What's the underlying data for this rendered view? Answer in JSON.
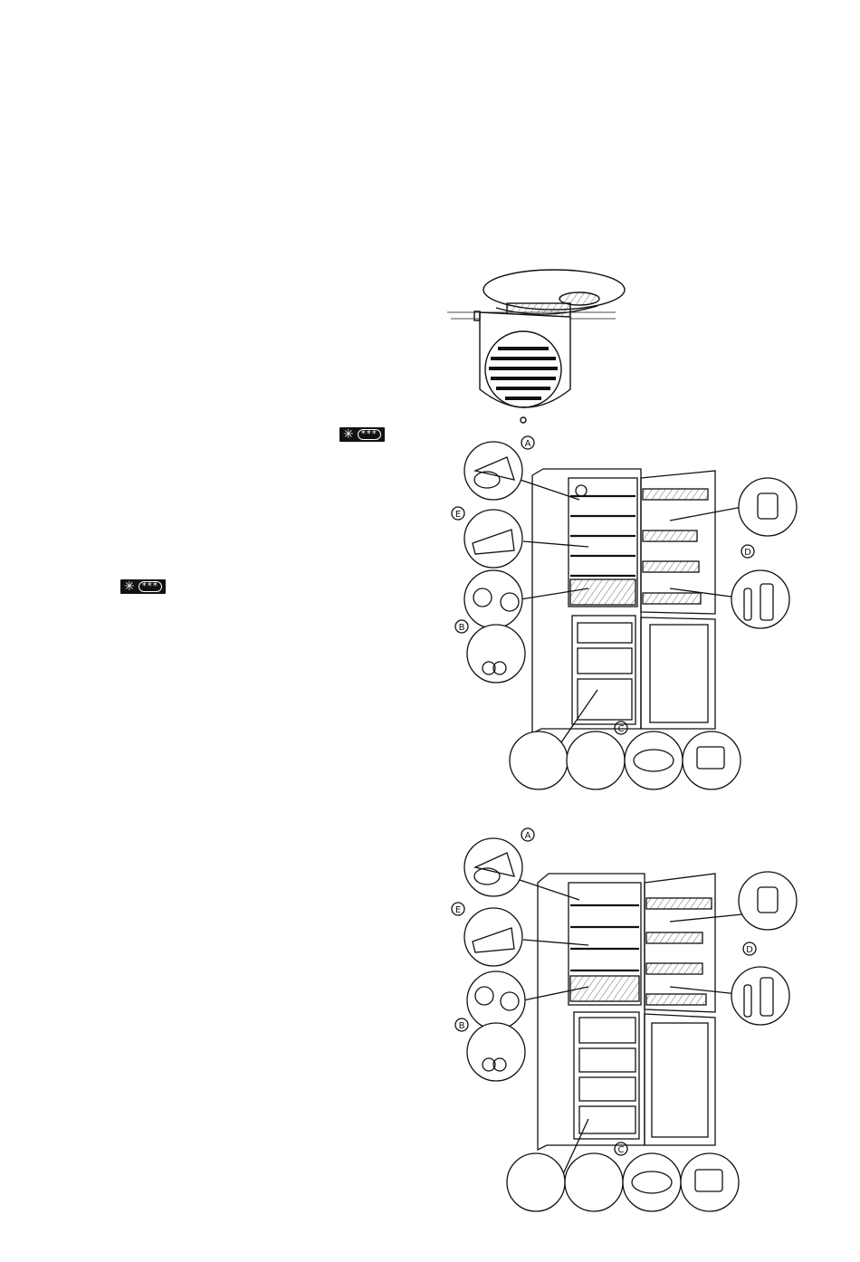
{
  "freezer_badge": {
    "star": "✳",
    "stars": "***"
  },
  "diagram_top": {
    "labels": {
      "a": "A",
      "b": "B",
      "c": "C",
      "d": "D",
      "e": "E"
    }
  },
  "diagram_bottom": {
    "labels": {
      "a": "A",
      "b": "B",
      "c": "C",
      "d": "D",
      "e": "E"
    }
  }
}
